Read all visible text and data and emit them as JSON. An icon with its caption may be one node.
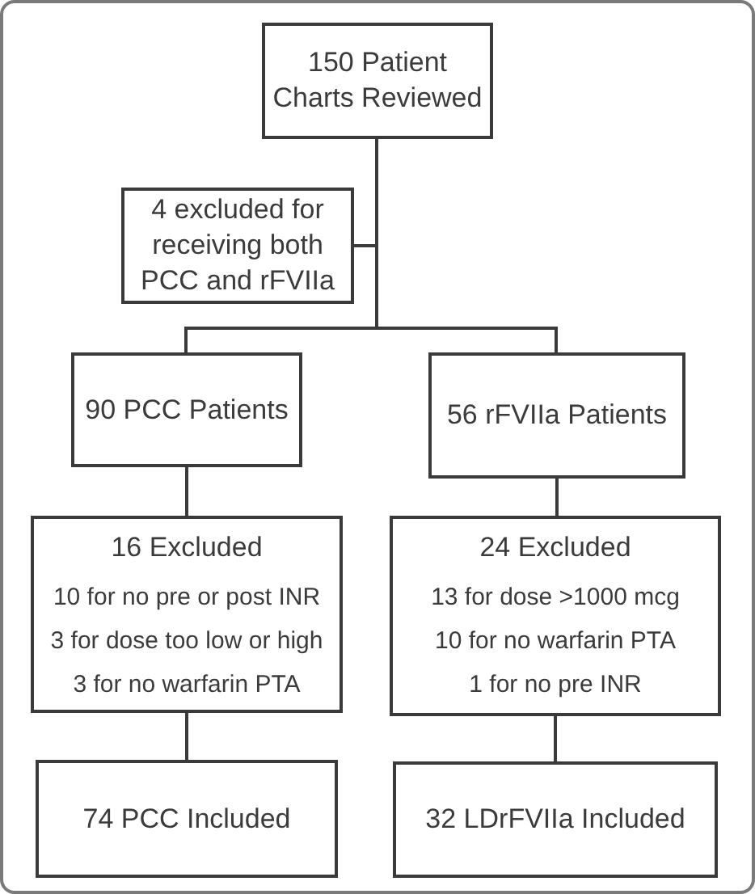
{
  "diagram": {
    "nodes": [
      {
        "text": [
          "150 Patient Charts Reviewed"
        ]
      },
      {
        "text": [
          "4 excluded for receiving both PCC and rFVIIa"
        ]
      },
      {
        "text": [
          "90 PCC Patients"
        ]
      },
      {
        "text": [
          "56 rFVIIa Patients"
        ]
      },
      {
        "text": [
          "16 Excluded",
          "10 for no pre or post INR",
          "3 for dose too low or high",
          "3 for no warfarin PTA"
        ]
      },
      {
        "text": [
          "24 Excluded",
          "13 for dose >1000 mcg",
          "10 for no warfarin PTA",
          "1 for no pre INR"
        ]
      },
      {
        "text": [
          "74 PCC Included"
        ]
      },
      {
        "text": [
          "32 LDrFVIIa Included"
        ]
      }
    ],
    "edges": [
      {
        "from": 0,
        "to": 1,
        "arrow": "none"
      },
      {
        "from": 0,
        "to": 2,
        "arrow": "none"
      },
      {
        "from": 0,
        "to": 3,
        "arrow": "none"
      },
      {
        "from": 2,
        "to": 4,
        "arrow": "none"
      },
      {
        "from": 3,
        "to": 5,
        "arrow": "none"
      },
      {
        "from": 4,
        "to": 6,
        "arrow": "none"
      },
      {
        "from": 5,
        "to": 7,
        "arrow": "none"
      }
    ]
  }
}
